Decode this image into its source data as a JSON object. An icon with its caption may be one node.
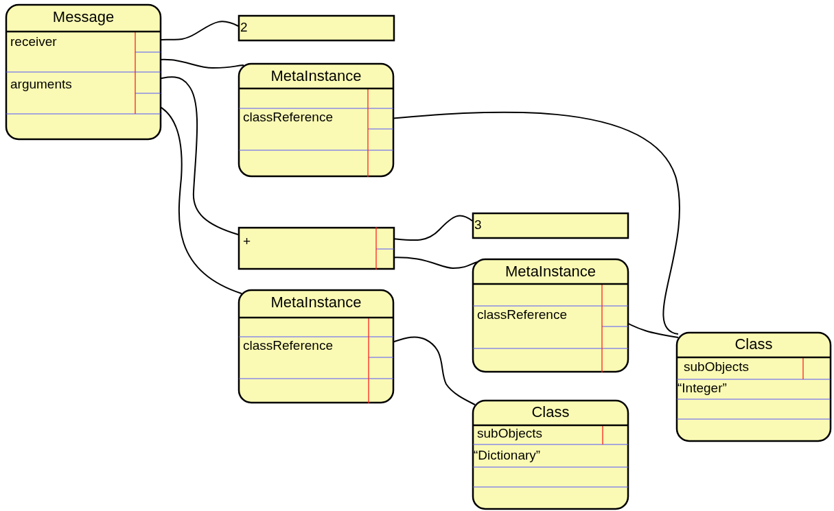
{
  "diagram": {
    "nodes": [
      {
        "text": [
          "Message",
          "receiver",
          "arguments"
        ]
      },
      {
        "text": [
          "2"
        ]
      },
      {
        "text": [
          "MetaInstance",
          "classReference"
        ]
      },
      {
        "text": [
          "3"
        ]
      },
      {
        "text": [
          "+"
        ]
      },
      {
        "text": [
          "MetaInstance",
          "classReference"
        ]
      },
      {
        "text": [
          "MetaInstance",
          "classReference"
        ]
      },
      {
        "text": [
          "Class",
          "subObjects",
          "“Integer”"
        ]
      },
      {
        "text": [
          "Class",
          "subObjects",
          "“Dictionary”"
        ]
      }
    ],
    "edges": [
      {
        "from": 0,
        "to": 1,
        "arrow": "none"
      },
      {
        "from": 0,
        "to": 2,
        "arrow": "none"
      },
      {
        "from": 0,
        "to": 4,
        "arrow": "none"
      },
      {
        "from": 0,
        "to": 6,
        "arrow": "none"
      },
      {
        "from": 2,
        "to": 7,
        "arrow": "none"
      },
      {
        "from": 4,
        "to": 3,
        "arrow": "none"
      },
      {
        "from": 4,
        "to": 5,
        "arrow": "none"
      },
      {
        "from": 5,
        "to": 7,
        "arrow": "none"
      },
      {
        "from": 6,
        "to": 8,
        "arrow": "none"
      }
    ]
  }
}
